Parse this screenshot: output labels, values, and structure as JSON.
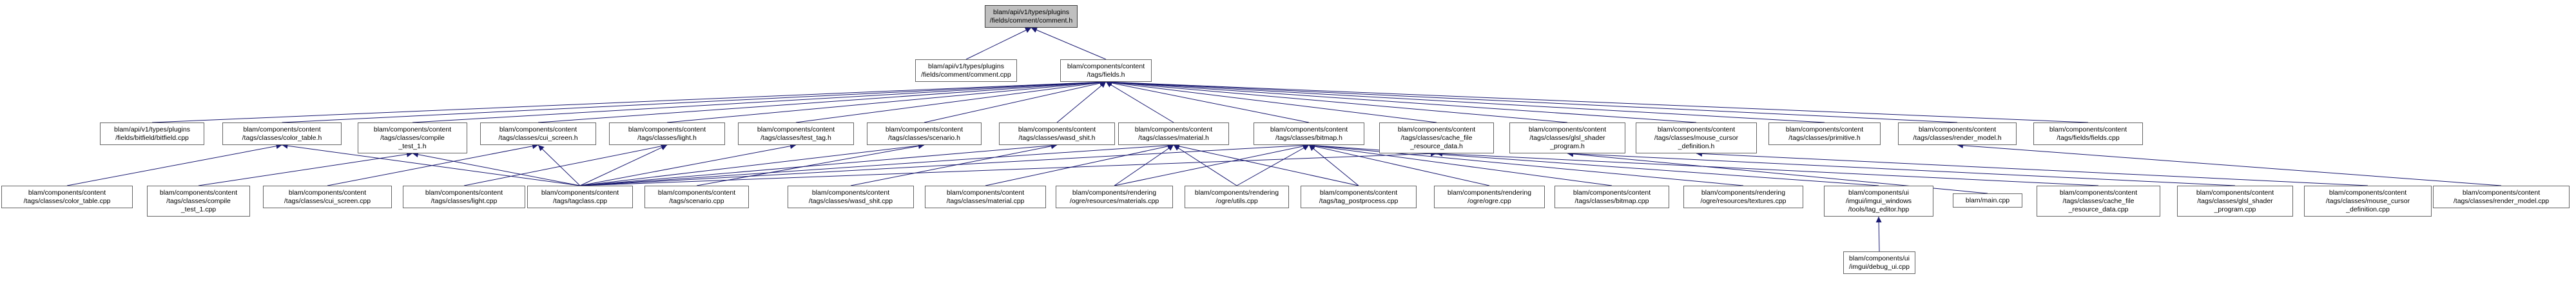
{
  "graph": {
    "edge_color": "#191970",
    "node_border_color": "#666666",
    "root_fill_color": "#bfbfbf",
    "nodes": [
      {
        "id": "comment_h",
        "lines": [
          "blam/api/v1/types/plugins",
          "/fields/comment/comment.h"
        ],
        "root": true
      },
      {
        "id": "comment_cpp",
        "lines": [
          "blam/api/v1/types/plugins",
          "/fields/comment/comment.cpp"
        ]
      },
      {
        "id": "fields_h",
        "lines": [
          "blam/components/content",
          "/tags/fields.h"
        ]
      },
      {
        "id": "bitfield_cpp",
        "lines": [
          "blam/api/v1/types/plugins",
          "/fields/bitfield/bitfield.cpp"
        ]
      },
      {
        "id": "color_table_h",
        "lines": [
          "blam/components/content",
          "/tags/classes/color_table.h"
        ]
      },
      {
        "id": "compile_test_h",
        "lines": [
          "blam/components/content",
          "/tags/classes/compile",
          "_test_1.h"
        ]
      },
      {
        "id": "cui_screen_h",
        "lines": [
          "blam/components/content",
          "/tags/classes/cui_screen.h"
        ]
      },
      {
        "id": "light_h",
        "lines": [
          "blam/components/content",
          "/tags/classes/light.h"
        ]
      },
      {
        "id": "test_tag_h",
        "lines": [
          "blam/components/content",
          "/tags/classes/test_tag.h"
        ]
      },
      {
        "id": "scenario_h",
        "lines": [
          "blam/components/content",
          "/tags/classes/scenario.h"
        ]
      },
      {
        "id": "wasd_shit_h",
        "lines": [
          "blam/components/content",
          "/tags/classes/wasd_shit.h"
        ]
      },
      {
        "id": "material_h",
        "lines": [
          "blam/components/content",
          "/tags/classes/material.h"
        ]
      },
      {
        "id": "bitmap_h",
        "lines": [
          "blam/components/content",
          "/tags/classes/bitmap.h"
        ]
      },
      {
        "id": "cache_file_h",
        "lines": [
          "blam/components/content",
          "/tags/classes/cache_file",
          "_resource_data.h"
        ]
      },
      {
        "id": "glsl_shader_h",
        "lines": [
          "blam/components/content",
          "/tags/classes/glsl_shader",
          "_program.h"
        ]
      },
      {
        "id": "mouse_cursor_h",
        "lines": [
          "blam/components/content",
          "/tags/classes/mouse_cursor",
          "_definition.h"
        ]
      },
      {
        "id": "primitive_h",
        "lines": [
          "blam/components/content",
          "/tags/classes/primitive.h"
        ]
      },
      {
        "id": "render_model_h",
        "lines": [
          "blam/components/content",
          "/tags/classes/render_model.h"
        ]
      },
      {
        "id": "fields_cpp",
        "lines": [
          "blam/components/content",
          "/tags/fields/fields.cpp"
        ]
      },
      {
        "id": "color_table_cpp",
        "lines": [
          "blam/components/content",
          "/tags/classes/color_table.cpp"
        ]
      },
      {
        "id": "compile_test_cpp",
        "lines": [
          "blam/components/content",
          "/tags/classes/compile",
          "_test_1.cpp"
        ]
      },
      {
        "id": "cui_screen_cpp",
        "lines": [
          "blam/components/content",
          "/tags/classes/cui_screen.cpp"
        ]
      },
      {
        "id": "light_cpp",
        "lines": [
          "blam/components/content",
          "/tags/classes/light.cpp"
        ]
      },
      {
        "id": "tagclass_cpp",
        "lines": [
          "blam/components/content",
          "/tags/tagclass.cpp"
        ]
      },
      {
        "id": "scenario_cpp",
        "lines": [
          "blam/components/content",
          "/tags/scenario.cpp"
        ]
      },
      {
        "id": "wasd_shit_cpp",
        "lines": [
          "blam/components/content",
          "/tags/classes/wasd_shit.cpp"
        ]
      },
      {
        "id": "material_cpp",
        "lines": [
          "blam/components/content",
          "/tags/classes/material.cpp"
        ]
      },
      {
        "id": "ogre_materials_cpp",
        "lines": [
          "blam/components/rendering",
          "/ogre/resources/materials.cpp"
        ]
      },
      {
        "id": "ogre_utils_cpp",
        "lines": [
          "blam/components/rendering",
          "/ogre/utils.cpp"
        ]
      },
      {
        "id": "tag_postprocess_cpp",
        "lines": [
          "blam/components/content",
          "/tags/tag_postprocess.cpp"
        ]
      },
      {
        "id": "ogre_cpp",
        "lines": [
          "blam/components/rendering",
          "/ogre/ogre.cpp"
        ]
      },
      {
        "id": "bitmap_cpp",
        "lines": [
          "blam/components/content",
          "/tags/classes/bitmap.cpp"
        ]
      },
      {
        "id": "ogre_textures_cpp",
        "lines": [
          "blam/components/rendering",
          "/ogre/resources/textures.cpp"
        ]
      },
      {
        "id": "tag_editor_hpp",
        "lines": [
          "blam/components/ui",
          "/imgui/imgui_windows",
          "/tools/tag_editor.hpp"
        ]
      },
      {
        "id": "main_cpp",
        "lines": [
          "blam/main.cpp"
        ]
      },
      {
        "id": "cache_file_cpp",
        "lines": [
          "blam/components/content",
          "/tags/classes/cache_file",
          "_resource_data.cpp"
        ]
      },
      {
        "id": "glsl_shader_cpp",
        "lines": [
          "blam/components/content",
          "/tags/classes/glsl_shader",
          "_program.cpp"
        ]
      },
      {
        "id": "mouse_cursor_cpp",
        "lines": [
          "blam/components/content",
          "/tags/classes/mouse_cursor",
          "_definition.cpp"
        ]
      },
      {
        "id": "render_model_cpp",
        "lines": [
          "blam/components/content",
          "/tags/classes/render_model.cpp"
        ]
      },
      {
        "id": "debug_ui_cpp",
        "lines": [
          "blam/components/ui",
          "/imgui/debug_ui.cpp"
        ]
      }
    ],
    "edges": [
      [
        "comment_h",
        "comment_cpp"
      ],
      [
        "comment_h",
        "fields_h"
      ],
      [
        "fields_h",
        "bitfield_cpp"
      ],
      [
        "fields_h",
        "color_table_h"
      ],
      [
        "fields_h",
        "compile_test_h"
      ],
      [
        "fields_h",
        "cui_screen_h"
      ],
      [
        "fields_h",
        "light_h"
      ],
      [
        "fields_h",
        "test_tag_h"
      ],
      [
        "fields_h",
        "scenario_h"
      ],
      [
        "fields_h",
        "wasd_shit_h"
      ],
      [
        "fields_h",
        "material_h"
      ],
      [
        "fields_h",
        "bitmap_h"
      ],
      [
        "fields_h",
        "cache_file_h"
      ],
      [
        "fields_h",
        "glsl_shader_h"
      ],
      [
        "fields_h",
        "mouse_cursor_h"
      ],
      [
        "fields_h",
        "primitive_h"
      ],
      [
        "fields_h",
        "render_model_h"
      ],
      [
        "fields_h",
        "fields_cpp"
      ],
      [
        "color_table_h",
        "color_table_cpp"
      ],
      [
        "color_table_h",
        "tagclass_cpp"
      ],
      [
        "compile_test_h",
        "compile_test_cpp"
      ],
      [
        "compile_test_h",
        "tagclass_cpp"
      ],
      [
        "cui_screen_h",
        "cui_screen_cpp"
      ],
      [
        "cui_screen_h",
        "tagclass_cpp"
      ],
      [
        "light_h",
        "light_cpp"
      ],
      [
        "light_h",
        "tagclass_cpp"
      ],
      [
        "test_tag_h",
        "tagclass_cpp"
      ],
      [
        "scenario_h",
        "scenario_cpp"
      ],
      [
        "scenario_h",
        "tagclass_cpp"
      ],
      [
        "wasd_shit_h",
        "wasd_shit_cpp"
      ],
      [
        "wasd_shit_h",
        "tagclass_cpp"
      ],
      [
        "material_h",
        "tagclass_cpp"
      ],
      [
        "material_h",
        "material_cpp"
      ],
      [
        "material_h",
        "ogre_materials_cpp"
      ],
      [
        "material_h",
        "ogre_utils_cpp"
      ],
      [
        "material_h",
        "tag_postprocess_cpp"
      ],
      [
        "bitmap_h",
        "tagclass_cpp"
      ],
      [
        "bitmap_h",
        "ogre_materials_cpp"
      ],
      [
        "bitmap_h",
        "ogre_utils_cpp"
      ],
      [
        "bitmap_h",
        "tag_postprocess_cpp"
      ],
      [
        "bitmap_h",
        "ogre_cpp"
      ],
      [
        "bitmap_h",
        "bitmap_cpp"
      ],
      [
        "bitmap_h",
        "ogre_textures_cpp"
      ],
      [
        "bitmap_h",
        "tag_editor_hpp"
      ],
      [
        "cache_file_h",
        "tagclass_cpp"
      ],
      [
        "cache_file_h",
        "cache_file_cpp"
      ],
      [
        "glsl_shader_h",
        "main_cpp"
      ],
      [
        "glsl_shader_h",
        "glsl_shader_cpp"
      ],
      [
        "mouse_cursor_h",
        "mouse_cursor_cpp"
      ],
      [
        "render_model_h",
        "render_model_cpp"
      ],
      [
        "tag_editor_hpp",
        "debug_ui_cpp"
      ]
    ]
  }
}
